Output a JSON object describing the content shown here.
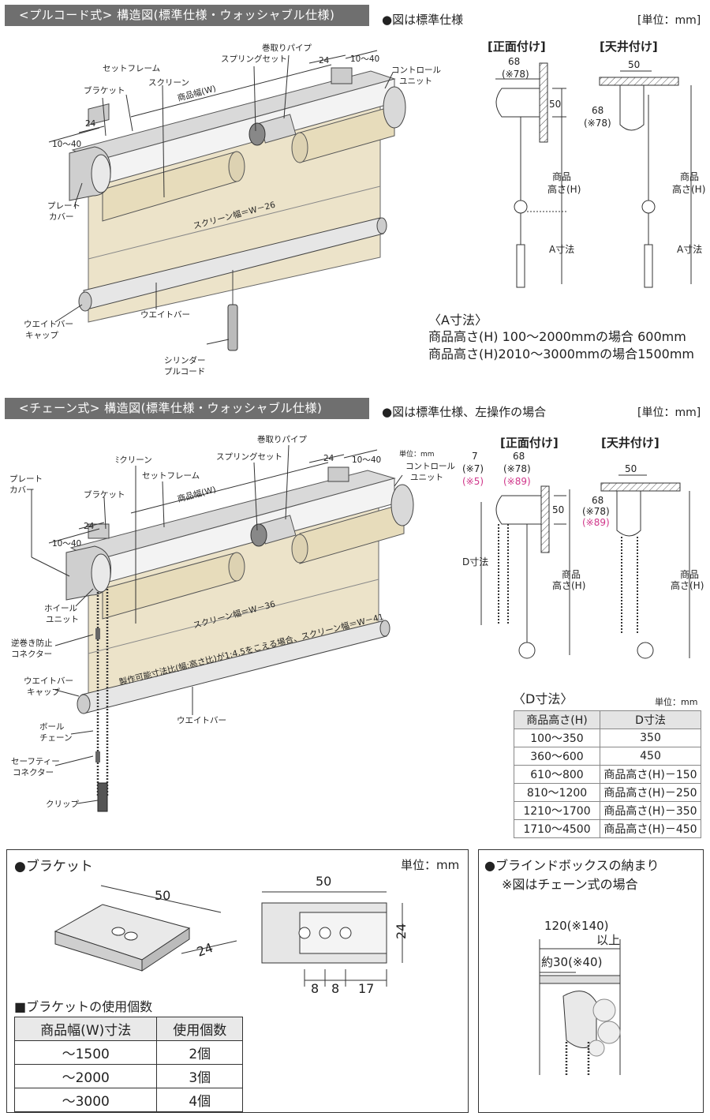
{
  "pull": {
    "header": "<プルコード式> 構造図(標準仕様・ウォッシャブル仕様)",
    "note": "●図は標準仕様",
    "unit": "[単位：mm]",
    "labels": {
      "bracket": "ブラケット",
      "set_frame": "セットフレーム",
      "screen": "スクリーン",
      "spring_set": "スプリングセット",
      "winding_pipe": "巻取りパイプ",
      "control_unit_1": "コントロール",
      "control_unit_2": "ユニット",
      "product_width": "商品幅(W)",
      "dim_24_left": "24",
      "dim_1040_left": "10～40",
      "dim_24_right": "24",
      "dim_1040_right": "10～40",
      "plate_cover_1": "プレート",
      "plate_cover_2": "カバー",
      "screen_width": "スクリーン幅＝W－26",
      "weight_bar": "ウエイトバー",
      "weight_bar_cap_1": "ウエイトバー",
      "weight_bar_cap_2": "キャップ",
      "cylinder_1": "シリンダー",
      "cylinder_2": "プルコード"
    },
    "side": {
      "front_title": "[正面付け]",
      "ceiling_title": "[天井付け]",
      "dim_68": "68",
      "dim_78": "(※78)",
      "dim_50": "50",
      "dim_50_top": "50",
      "height_1": "商品",
      "height_2": "高さ(H)",
      "a_dim": "A寸法"
    },
    "a_note": {
      "title": "〈A寸法〉",
      "line1": "商品高さ(H) 100～2000mmの場合 600mm",
      "line2": "商品高さ(H)2010～3000mmの場合1500mm"
    }
  },
  "chain": {
    "header": "<チェーン式> 構造図(標準仕様・ウォッシャブル仕様)",
    "note": "●図は標準仕様、左操作の場合",
    "unit": "[単位：mm]",
    "small_unit": "単位：mm",
    "labels": {
      "plate_cover_1": "プレート",
      "plate_cover_2": "カバー",
      "bracket": "ブラケット",
      "screen": "ﾐクリーン",
      "set_frame": "セットフレーム",
      "spring_set": "スプリングセット",
      "winding_pipe": "巻取りパイプ",
      "control_unit_1": "コントロール",
      "control_unit_2": "ユニット",
      "product_width": "商品幅(W)",
      "dim_24_left": "24",
      "dim_1040_left": "10～40",
      "dim_24_right": "24",
      "dim_1040_right": "10～40",
      "wheel_unit_1": "ホイール",
      "wheel_unit_2": "ユニット",
      "screen_width": "スクリーン幅＝W－36",
      "anti_reverse_1": "逆巻き防止",
      "anti_reverse_2": "コネクター",
      "ratio_note": "製作可能寸法比(幅:高さ比)が1:4.5をこえる場合、スクリーン幅＝W－41",
      "weight_bar_cap_1": "ウエイトバー",
      "weight_bar_cap_2": "キャップ",
      "weight_bar": "ウエイトバー",
      "ball_chain_1": "ボール",
      "ball_chain_2": "チェーン",
      "safety_1": "セーフティー",
      "safety_2": "コネクター",
      "clip": "クリップ"
    },
    "side": {
      "front_title": "[正面付け]",
      "ceiling_title": "[天井付け]",
      "dim_7": "7",
      "dim_7b": "(※7)",
      "dim_5": "(※5)",
      "dim_68": "68",
      "dim_78": "(※78)",
      "dim_89": "(※89)",
      "dim_50": "50",
      "dim_50_top": "50",
      "dim_68b": "68",
      "dim_78b": "(※78)",
      "dim_89b": "(※89)",
      "d_dim": "D寸法",
      "height_1": "商品",
      "height_2": "高さ(H)"
    },
    "d_table": {
      "title": "〈D寸法〉",
      "unit": "単位：mm",
      "headers": [
        "商品高さ(H)",
        "D寸法"
      ],
      "rows": [
        [
          "100～350",
          "350"
        ],
        [
          "360～600",
          "450"
        ],
        [
          "610～800",
          "商品高さ(H)－150"
        ],
        [
          "810～1200",
          "商品高さ(H)－250"
        ],
        [
          "1210～1700",
          "商品高さ(H)－350"
        ],
        [
          "1710～4500",
          "商品高さ(H)－450"
        ]
      ]
    }
  },
  "bracket_box": {
    "title": "●ブラケット",
    "unit": "単位：mm",
    "dim_50_iso": "50",
    "dim_24_iso": "24",
    "dim_50": "50",
    "dim_24": "24",
    "dim_8a": "8",
    "dim_8b": "8",
    "dim_17": "17",
    "usage_title": "■ブラケットの使用個数",
    "headers": [
      "商品幅(W)寸法",
      "使用個数"
    ],
    "rows": [
      [
        "～1500",
        "2個"
      ],
      [
        "～2000",
        "3個"
      ],
      [
        "～3000",
        "4個"
      ]
    ]
  },
  "blind_box": {
    "title": "●ブラインドボックスの納まり",
    "subtitle": "※図はチェーン式の場合",
    "dim_120": "120(※140)",
    "dim_above": "以上",
    "dim_30": "約30(※40)"
  },
  "colors": {
    "header_bg": "#6f6f6f",
    "screen_fill": "#ece3c9",
    "pink": "#d0368a"
  }
}
